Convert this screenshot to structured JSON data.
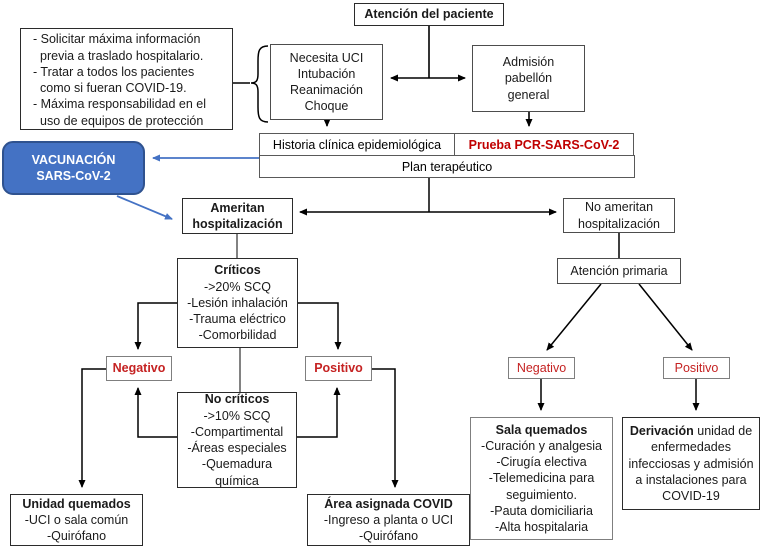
{
  "colors": {
    "accent_blue": "#4472C4",
    "accent_blue_border": "#2F528F",
    "alert_red": "#C00000",
    "line_black": "#000000",
    "border_gray": "#7F7F7F"
  },
  "nodes": {
    "atencion_paciente": {
      "label": "Atención del paciente"
    },
    "left_info": {
      "items": [
        "- Solicitar máxima información previa a traslado hospitalario.",
        "- Tratar a todos los pacientes como si fueran COVID-19.",
        "- Máxima responsabilidad en el uso de equipos de protección"
      ]
    },
    "necesita_uci": {
      "lines": [
        "Necesita UCI",
        "Intubación",
        "Reanimación",
        "Choque"
      ]
    },
    "admision": {
      "lines": [
        "Admisión",
        "pabellón",
        "general"
      ]
    },
    "historia_clinica": {
      "label": "Historia clínica epidemiológica"
    },
    "prueba_pcr": {
      "label": "Prueba PCR-SARS-CoV-2"
    },
    "plan_terapeutico": {
      "label": "Plan terapéutico"
    },
    "vacunacion": {
      "lines": [
        "VACUNACIÓN",
        "SARS-CoV-2"
      ]
    },
    "ameritan": {
      "label": "Ameritan hospitalización"
    },
    "no_ameritan": {
      "label": "No ameritan hospitalización"
    },
    "criticos": {
      "title": "Críticos",
      "items": [
        "->20% SCQ",
        "-Lesión inhalación",
        "-Trauma eléctrico",
        "-Comorbilidad"
      ]
    },
    "no_criticos": {
      "title": "No críticos",
      "items": [
        "->10% SCQ",
        "-Compartimental",
        "-Áreas especiales",
        "-Quemadura química"
      ]
    },
    "atencion_primaria": {
      "label": "Atención primaria"
    },
    "negativo_izq": {
      "label": "Negativo"
    },
    "positivo_izq": {
      "label": "Positivo"
    },
    "negativo_der": {
      "label": "Negativo"
    },
    "positivo_der": {
      "label": "Positivo"
    },
    "unidad_quemados": {
      "title": "Unidad quemados",
      "items": [
        "-UCI o sala común",
        "-Quirófano"
      ]
    },
    "area_covid": {
      "title": "Área asignada COVID",
      "items": [
        "-Ingreso a planta o UCI",
        "-Quirófano"
      ]
    },
    "sala_quemados": {
      "title": "Sala quemados",
      "items": [
        "-Curación y analgesia",
        "-Cirugía electiva",
        "-Telemedicina para seguimiento.",
        "-Pauta domiciliaria",
        "-Alta hospitalaria"
      ]
    },
    "derivacion": {
      "title": "Derivación",
      "rest": " unidad de enfermedades infecciosas y admisión a instalaciones para COVID-19"
    }
  }
}
